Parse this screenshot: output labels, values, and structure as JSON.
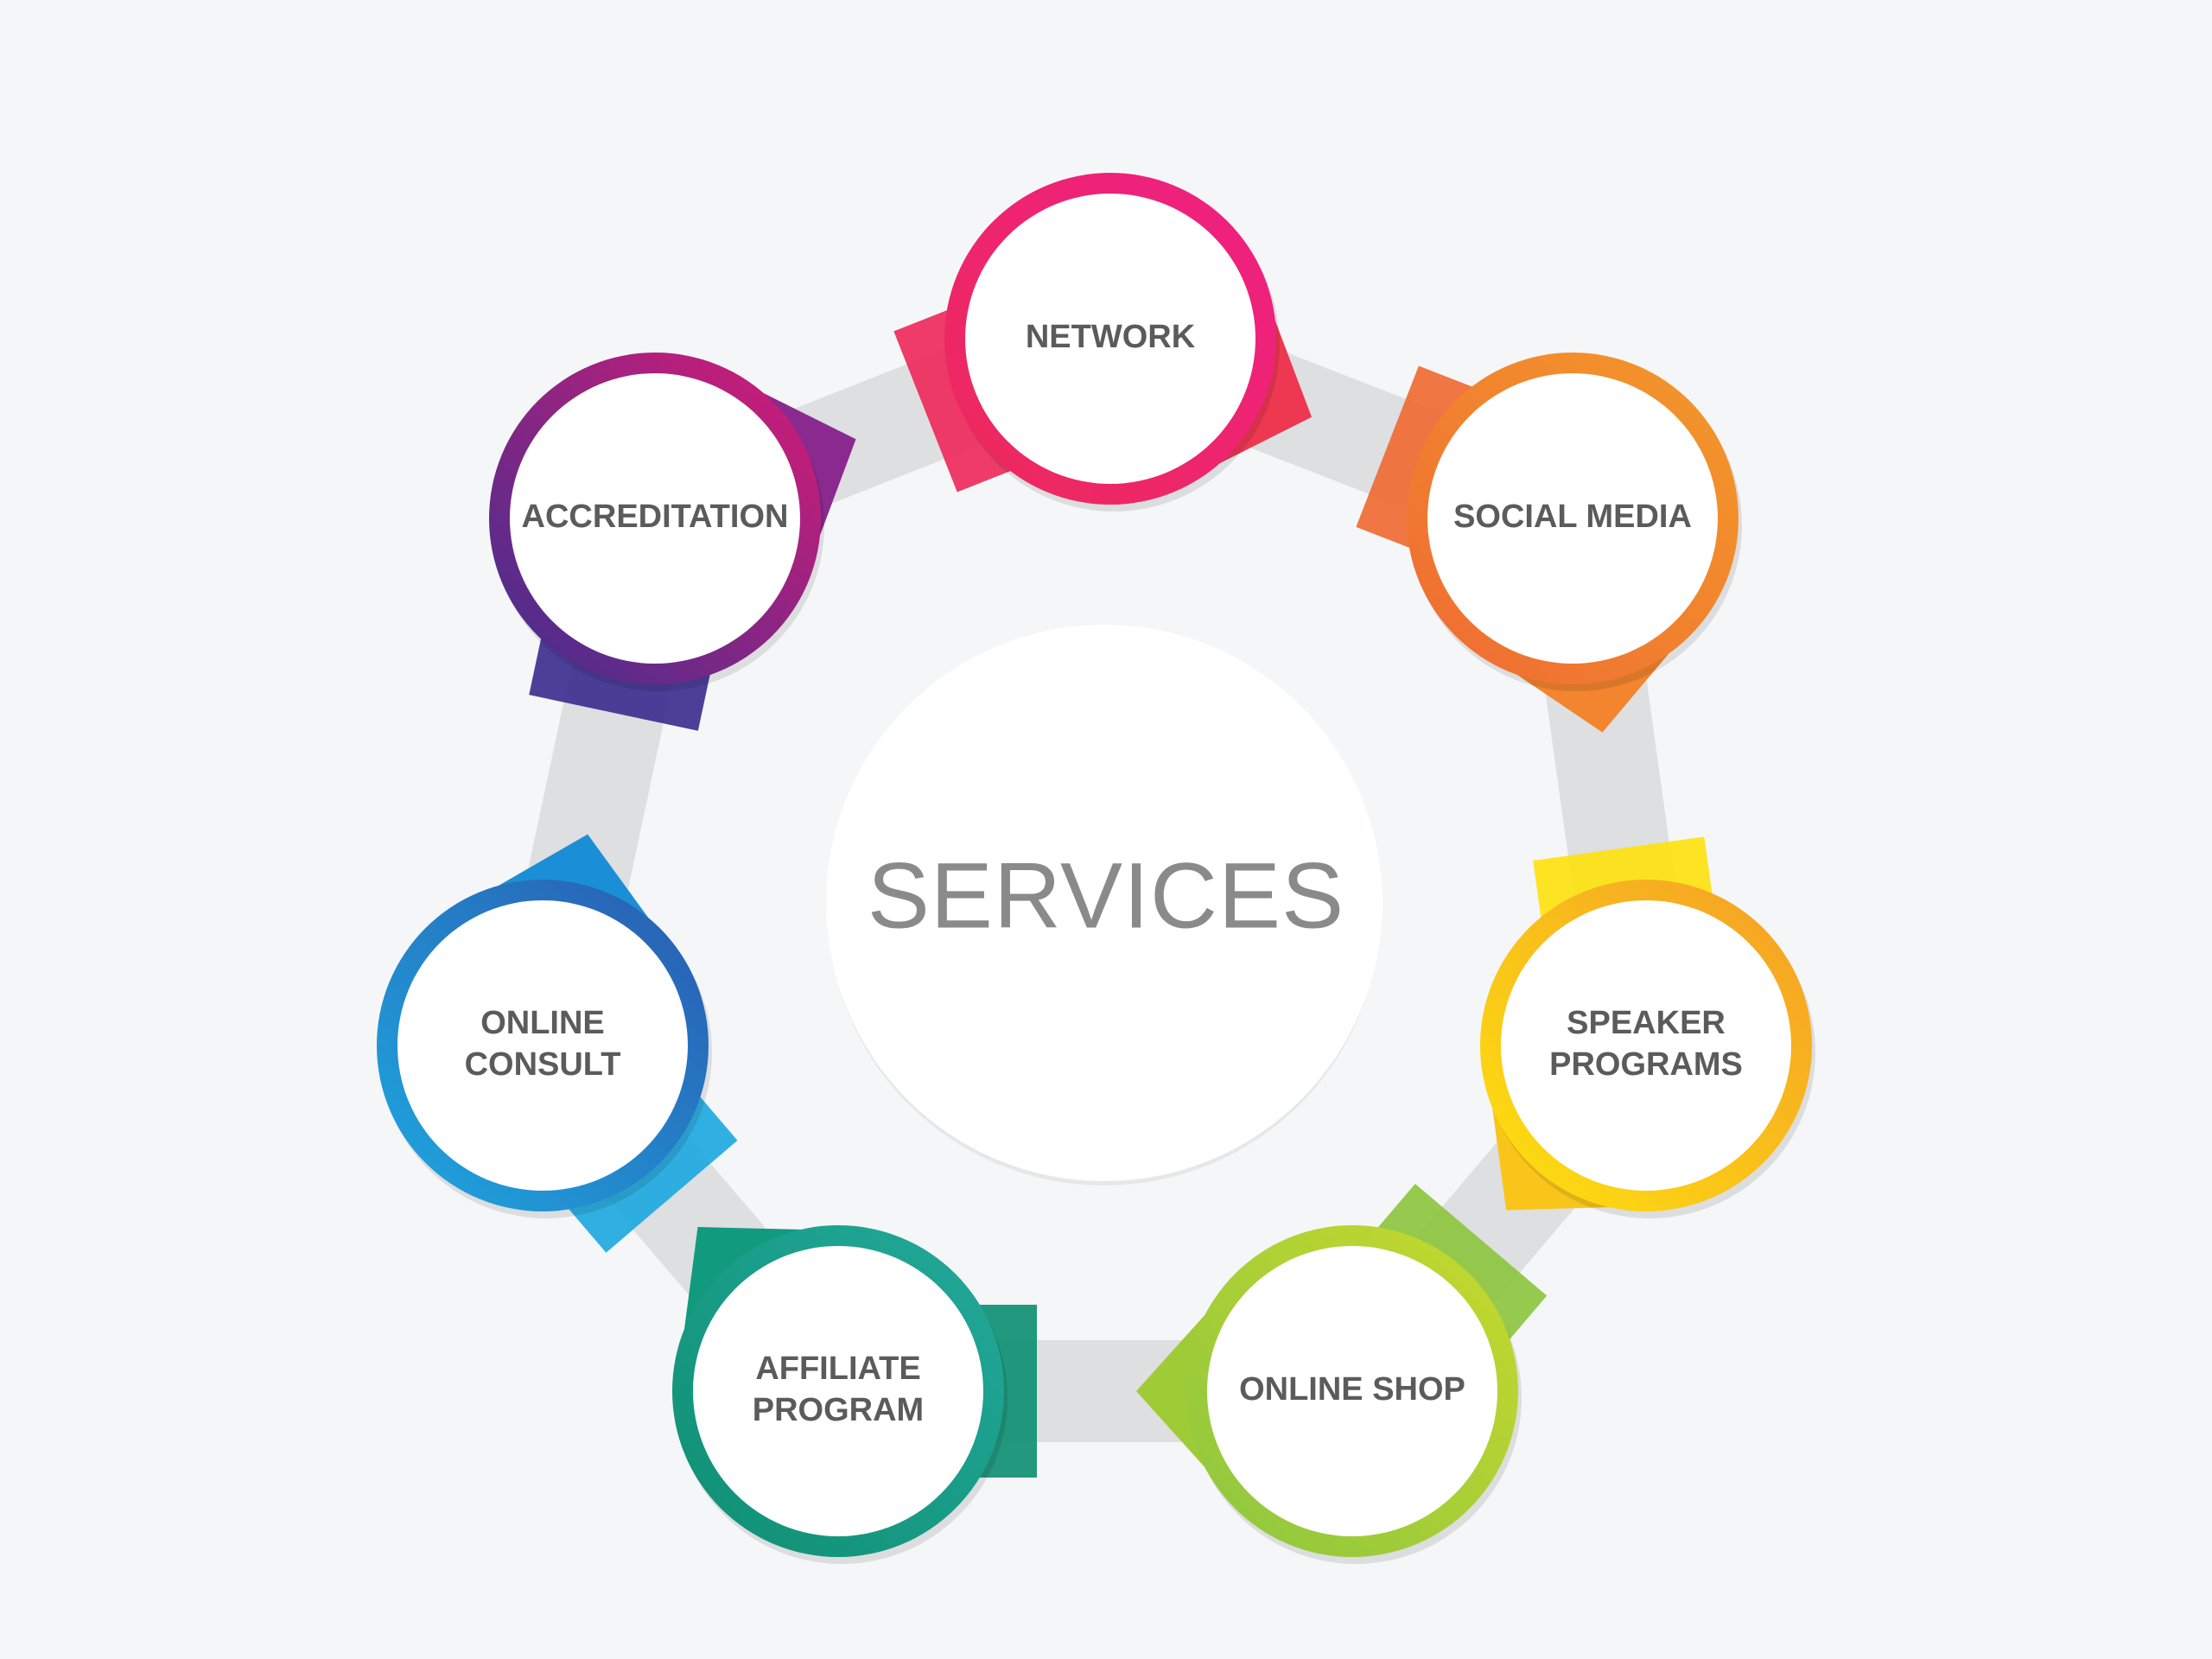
{
  "center": {
    "label": "SERVICES",
    "fill": "#ffffff"
  },
  "ring": {
    "color": "#dedfe1"
  },
  "text_color": "#5b5b5b",
  "nodes": [
    {
      "id": "network",
      "lines": [
        "NETWORK"
      ],
      "colors": [
        "#ed2a5a",
        "#ee1f84"
      ],
      "arrow_color": "#ee3852"
    },
    {
      "id": "social-media",
      "lines": [
        "SOCIAL MEDIA"
      ],
      "colors": [
        "#ef6a33",
        "#f39a2a"
      ],
      "arrow_color": "#f2852e"
    },
    {
      "id": "speaker-programs",
      "lines": [
        "SPEAKER",
        "PROGRAMS"
      ],
      "colors": [
        "#fde20f",
        "#f59d26"
      ],
      "arrow_color": "#f9c51a"
    },
    {
      "id": "online-shop",
      "lines": [
        "ONLINE SHOP"
      ],
      "colors": [
        "#8cc63f",
        "#c7d92d"
      ],
      "arrow_color": "#9fcb37"
    },
    {
      "id": "affiliate-program",
      "lines": [
        "AFFILIATE",
        "PROGRAM"
      ],
      "colors": [
        "#0f8f73",
        "#23a99b"
      ],
      "arrow_color": "#129a7f"
    },
    {
      "id": "online-consult",
      "lines": [
        "ONLINE",
        "CONSULT"
      ],
      "colors": [
        "#1ea8e0",
        "#2a5ab0"
      ],
      "arrow_color": "#1b8fd6"
    },
    {
      "id": "accreditation",
      "lines": [
        "ACCREDITATION"
      ],
      "colors": [
        "#3e2f8f",
        "#d81b76"
      ],
      "arrow_color": "#8a2a8f"
    }
  ]
}
